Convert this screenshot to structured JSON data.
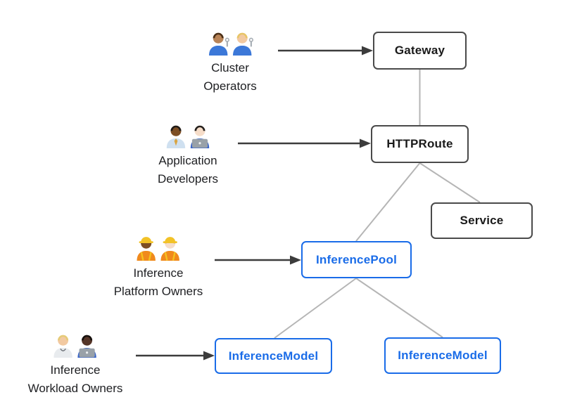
{
  "diagram": {
    "title": "Gateway API inference extension resource model",
    "colors": {
      "background": "#ffffff",
      "gray_box_border": "#4a4a4a",
      "gray_box_text": "#1a1a1a",
      "blue_box": "#1a6ce8",
      "connector_line": "#b5b5b5",
      "arrow": "#3c3c3c"
    },
    "personas": [
      {
        "id": "cluster-operators",
        "label": "Cluster\nOperators",
        "icons": [
          "man-mechanic-emoji",
          "woman-mechanic-emoji"
        ],
        "points_to": "Gateway"
      },
      {
        "id": "application-developers",
        "label": "Application\nDevelopers",
        "icons": [
          "man-office-worker-emoji",
          "woman-technologist-emoji"
        ],
        "points_to": "HTTPRoute"
      },
      {
        "id": "inference-platform-owners",
        "label": "Inference\nPlatform Owners",
        "icons": [
          "woman-construction-worker-emoji",
          "man-construction-worker-emoji"
        ],
        "points_to": "InferencePool"
      },
      {
        "id": "inference-workload-owners",
        "label": "Inference\nWorkload Owners",
        "icons": [
          "health-worker-emoji",
          "man-technologist-emoji"
        ],
        "points_to": "InferenceModel"
      }
    ],
    "nodes": [
      {
        "id": "gateway",
        "label": "Gateway",
        "style": "gray"
      },
      {
        "id": "httproute",
        "label": "HTTPRoute",
        "style": "gray"
      },
      {
        "id": "service",
        "label": "Service",
        "style": "gray"
      },
      {
        "id": "inference-pool",
        "label": "InferencePool",
        "style": "blue"
      },
      {
        "id": "inference-model-left",
        "label": "InferenceModel",
        "style": "blue"
      },
      {
        "id": "inference-model-right",
        "label": "InferenceModel",
        "style": "blue"
      }
    ],
    "edges": [
      {
        "from": "Gateway",
        "to": "HTTPRoute"
      },
      {
        "from": "HTTPRoute",
        "to": "InferencePool"
      },
      {
        "from": "HTTPRoute",
        "to": "Service"
      },
      {
        "from": "InferencePool",
        "to": "InferenceModel-left"
      },
      {
        "from": "InferencePool",
        "to": "InferenceModel-right"
      }
    ]
  }
}
